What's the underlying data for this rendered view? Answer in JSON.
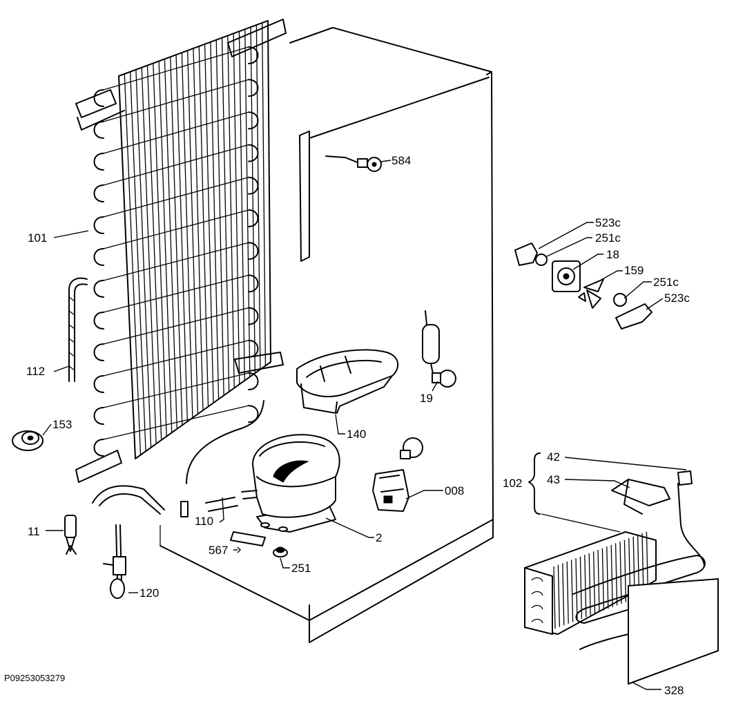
{
  "document_id": "P09253053279",
  "parts": [
    {
      "id": "p584",
      "label": "584"
    },
    {
      "id": "p101",
      "label": "101"
    },
    {
      "id": "p523c_top",
      "label": "523c"
    },
    {
      "id": "p251c_top",
      "label": "251c"
    },
    {
      "id": "p18",
      "label": "18"
    },
    {
      "id": "p159",
      "label": "159"
    },
    {
      "id": "p251c_mid",
      "label": "251c"
    },
    {
      "id": "p523c_mid",
      "label": "523c"
    },
    {
      "id": "p112",
      "label": "112"
    },
    {
      "id": "p19",
      "label": "19"
    },
    {
      "id": "p153",
      "label": "153"
    },
    {
      "id": "p140",
      "label": "140"
    },
    {
      "id": "p42",
      "label": "42"
    },
    {
      "id": "p102",
      "label": "102"
    },
    {
      "id": "p43",
      "label": "43"
    },
    {
      "id": "p008",
      "label": "008"
    },
    {
      "id": "p110",
      "label": "110"
    },
    {
      "id": "p11",
      "label": "11"
    },
    {
      "id": "p2",
      "label": "2"
    },
    {
      "id": "p567",
      "label": "567"
    },
    {
      "id": "p251",
      "label": "251"
    },
    {
      "id": "p120",
      "label": "120"
    },
    {
      "id": "p328",
      "label": "328"
    }
  ]
}
